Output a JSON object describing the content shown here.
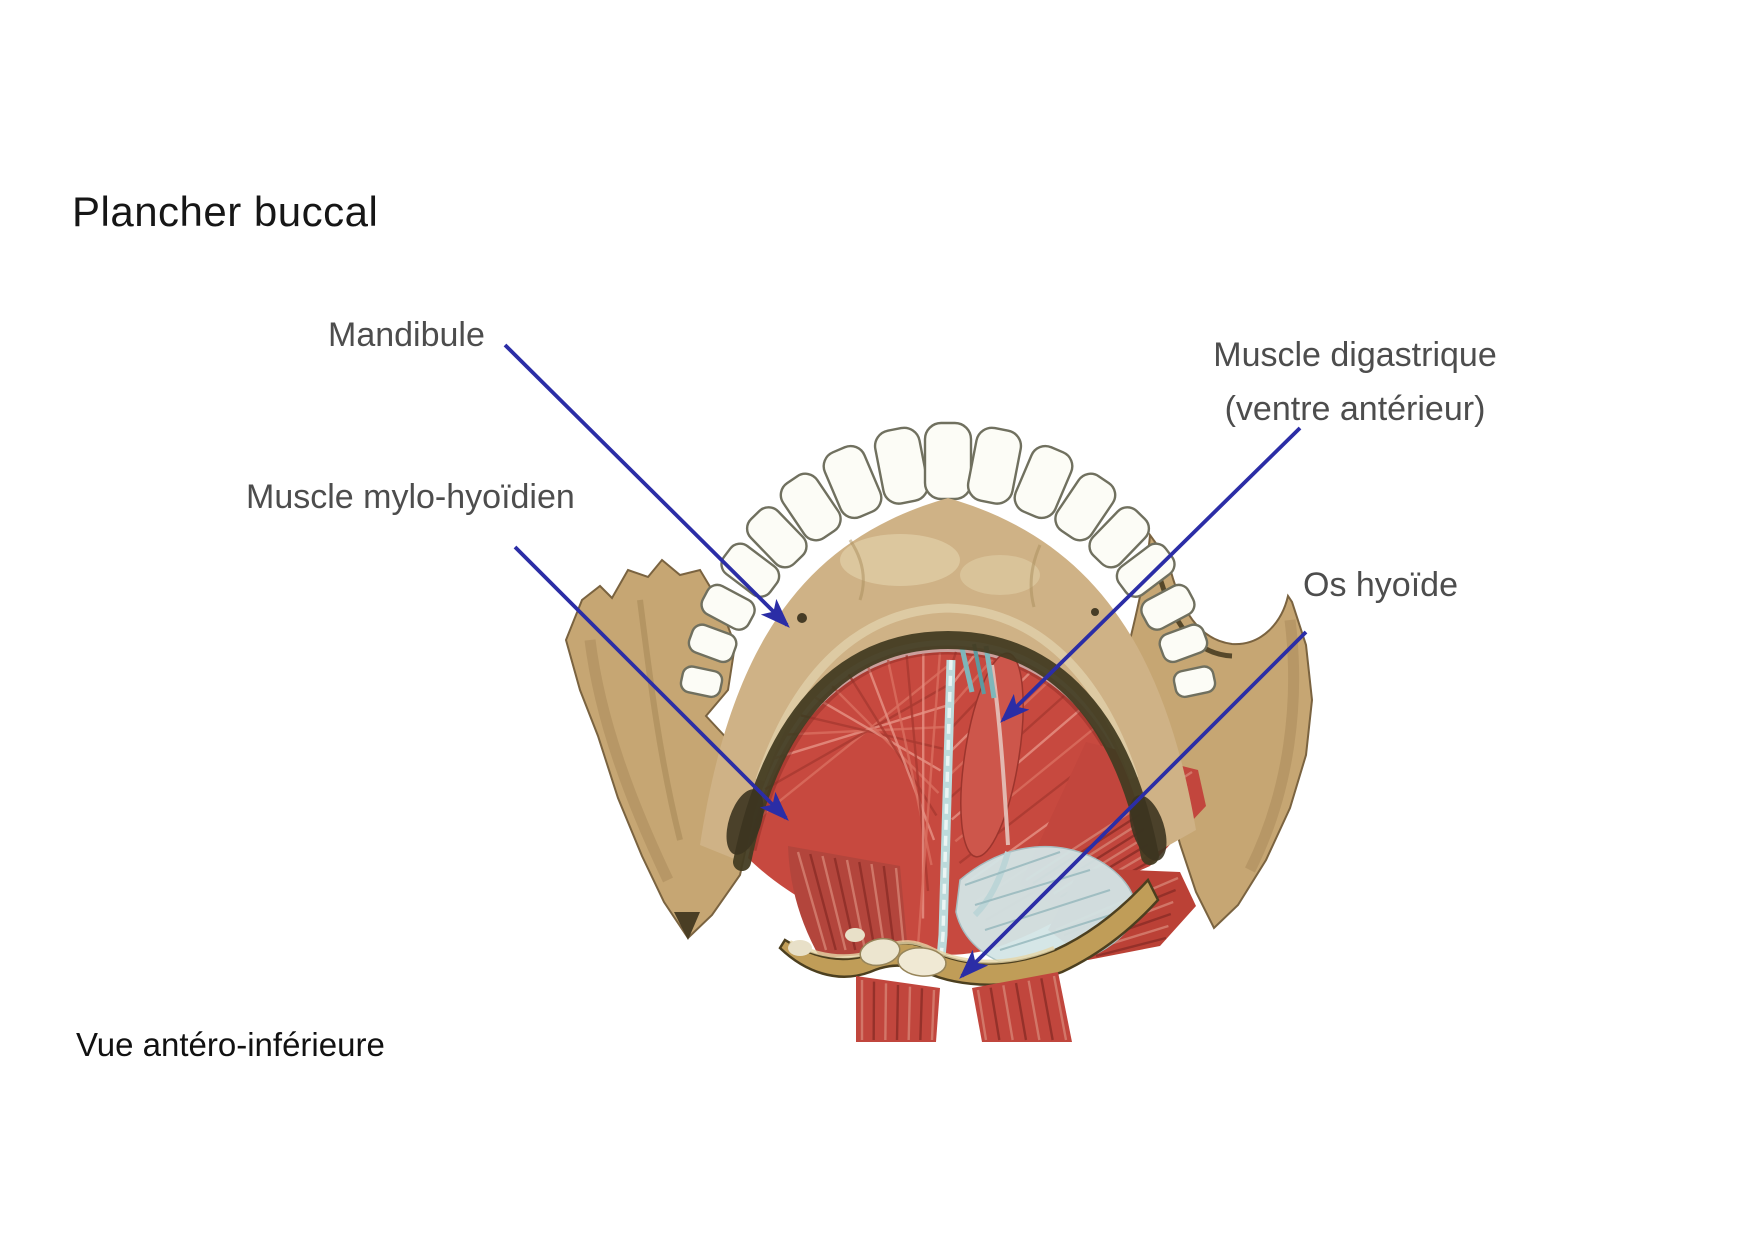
{
  "slide": {
    "title": "Plancher buccal",
    "caption": "Vue antéro-inférieure"
  },
  "annotations": {
    "mandible": {
      "label": "Mandibule"
    },
    "mylohyoid": {
      "label": "Muscle mylo-hyoïdien"
    },
    "digastric": {
      "line1": "Muscle digastrique",
      "line2": "(ventre antérieur)"
    },
    "hyoid": {
      "label": "Os hyoïde"
    }
  },
  "colors": {
    "arrow": "#2b2da6",
    "title_text": "#161616",
    "caption_text": "#111111",
    "label_text": "#4d4d4d",
    "bone_light": "#cfb286",
    "bone_dark": "#433c22",
    "muscle_red": "#c7493f",
    "muscle_dark": "#a2352d",
    "muscle_light": "#e79386",
    "raphe_blue": "#bcdadb",
    "teeth_white": "#fcfcf6",
    "hyoid_tan": "#c09d58",
    "fascia_blue": "#d3e5e6"
  }
}
